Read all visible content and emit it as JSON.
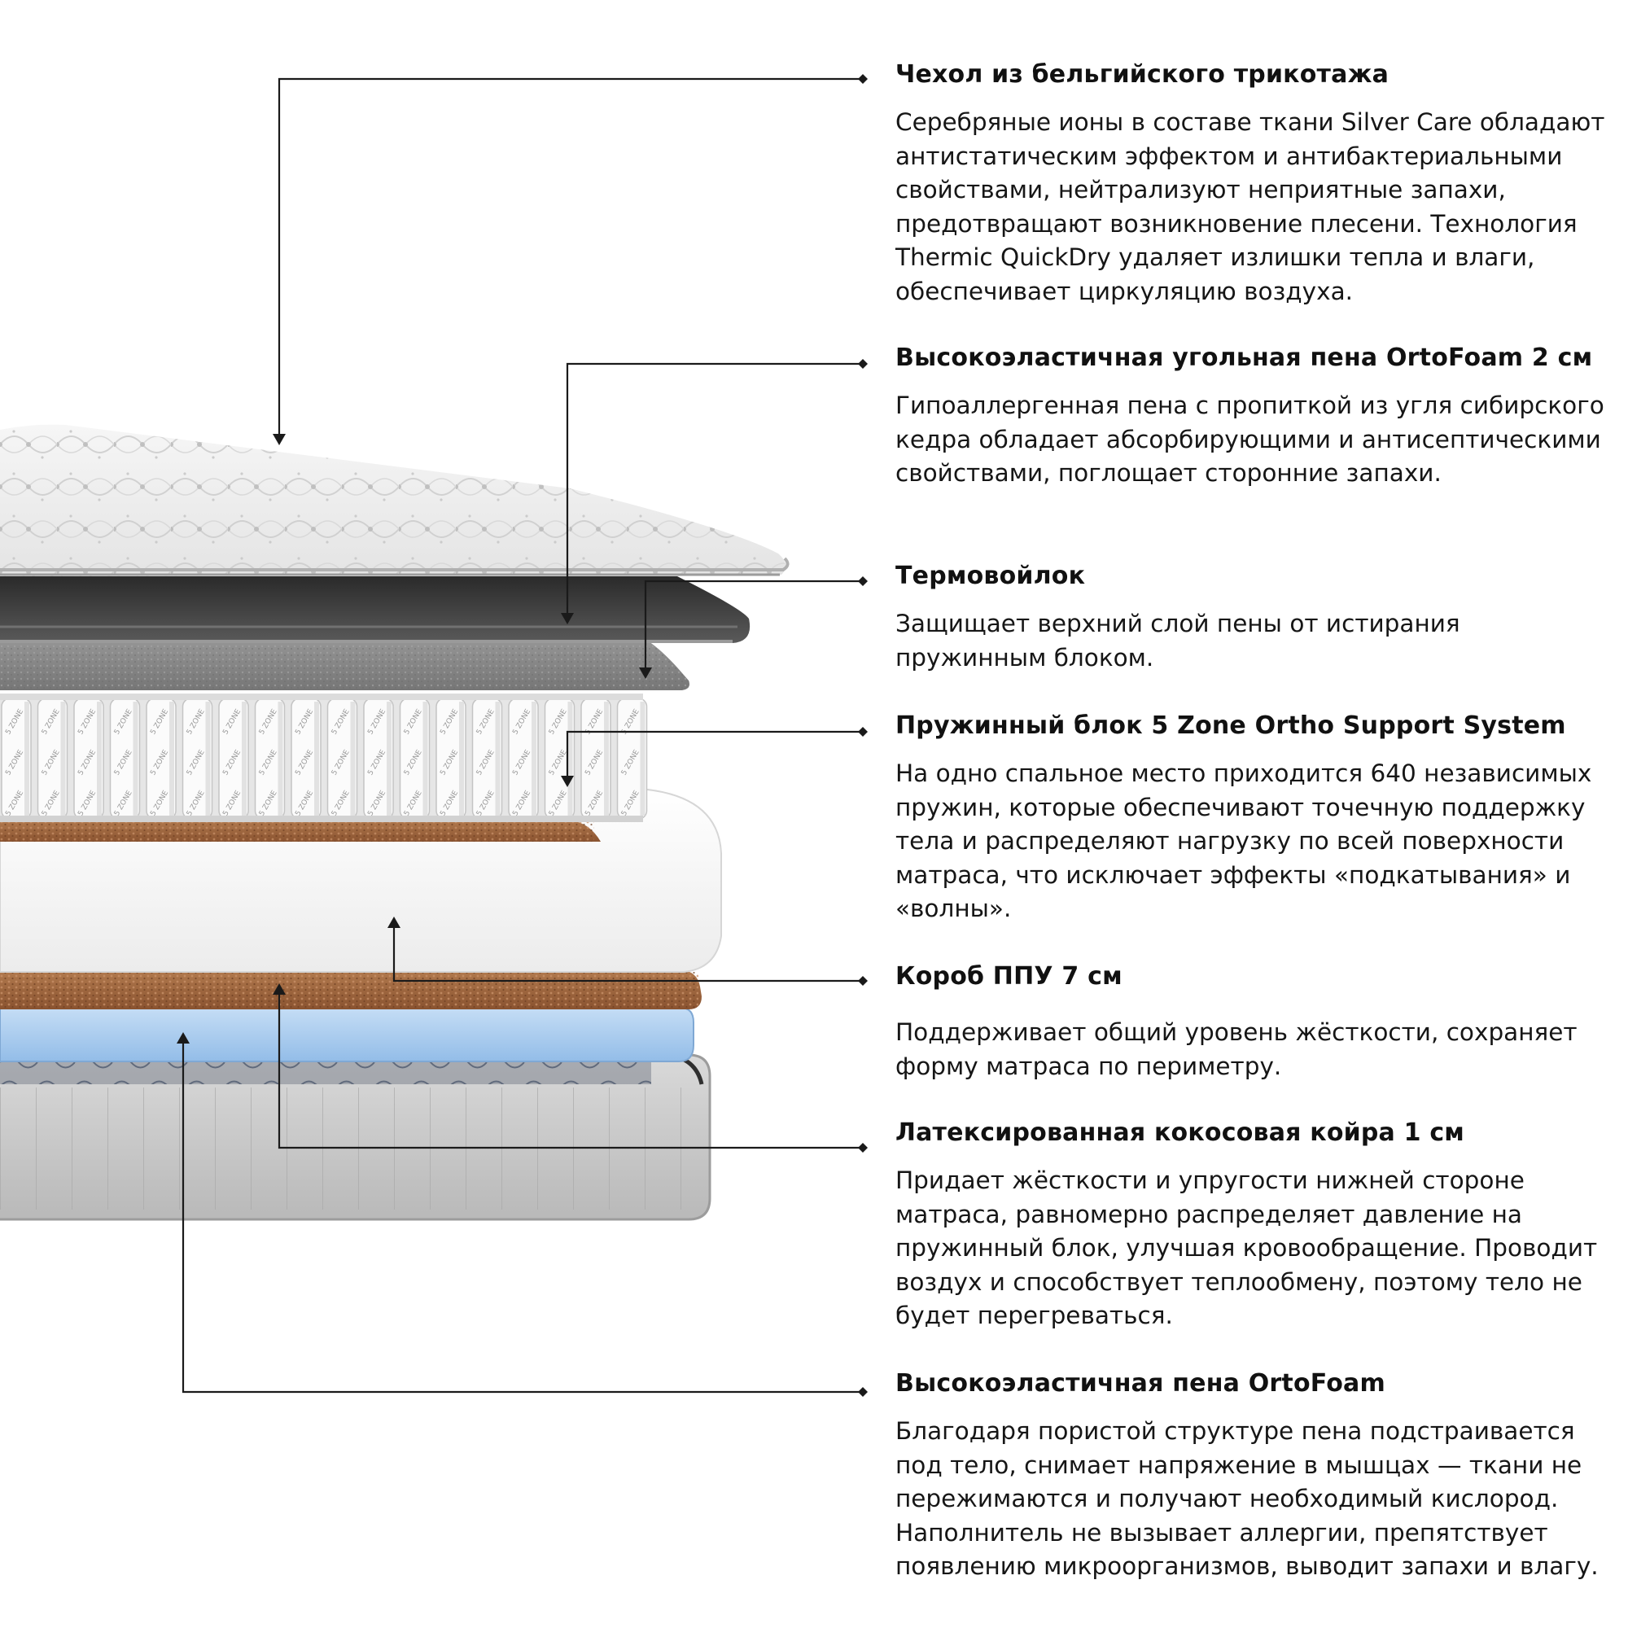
{
  "layers": [
    {
      "title": "Чехол из бельгийского трикотажа",
      "text": "Серебряные ионы в составе ткани Silver Care обладают антистатическим эффектом и антибактериальными свойствами, нейтрализуют неприятные запахи, предотвращают возникновение плесени. Технология Thermic QuickDry удаляет излишки тепла и влаги, обеспечивает циркуляцию воздуха."
    },
    {
      "title": "Высокоэластичная угольная пена OrtoFoam 2 см",
      "text": "Гипоаллергенная пена с пропиткой из угля сибирского кедра обладает абсорбирующими и антисептическими свойствами, поглощает сторонние запахи."
    },
    {
      "title": "Термовойлок",
      "text": "Защищает верхний слой пены от истирания пружинным блоком."
    },
    {
      "title": "Пружинный блок 5 Zone Ortho Support System",
      "text": "На одно спальное место приходится 640 независимых пружин, которые обеспечивают точечную поддержку тела и распределяют нагрузку по всей поверхности матраса, что исключает эффекты «подкатывания» и «волны»."
    },
    {
      "title": "Короб ППУ 7 см",
      "text": "Поддерживает общий уровень жёсткости, сохраняет форму матраса по периметру."
    },
    {
      "title": "Латексированная кокосовая койра 1 см",
      "text": "Придает жёсткости и упругости нижней стороне матраса, равномерно распределяет давление на пружинный блок, улучшая кровообращение. Проводит воздух и способствует теплообмену, поэтому тело не будет перегреваться."
    },
    {
      "title": "Высокоэластичная пена OrtoFoam",
      "text": "Благодаря пористой структуре пена подстраивается под тело, снимает напряжение в мышцах — ткани не пережимаются и получают необходимый кислород. Наполнитель не вызывает аллергии, препятствует появлению микроорганизмов, выводит запахи и влагу."
    }
  ],
  "spring_label": "5 ZONE",
  "colors": {
    "cover": "#f1f1f1",
    "charcoal_foam": "#3a3a3a",
    "felt": "#8e8e8e",
    "springs": "#f4f4f4",
    "coir": "#a0653a",
    "box_foam": "#fafafa",
    "bottom_foam": "#a9cdf0",
    "base": "#c8c8c8",
    "leader_line": "#1a1a1a"
  }
}
